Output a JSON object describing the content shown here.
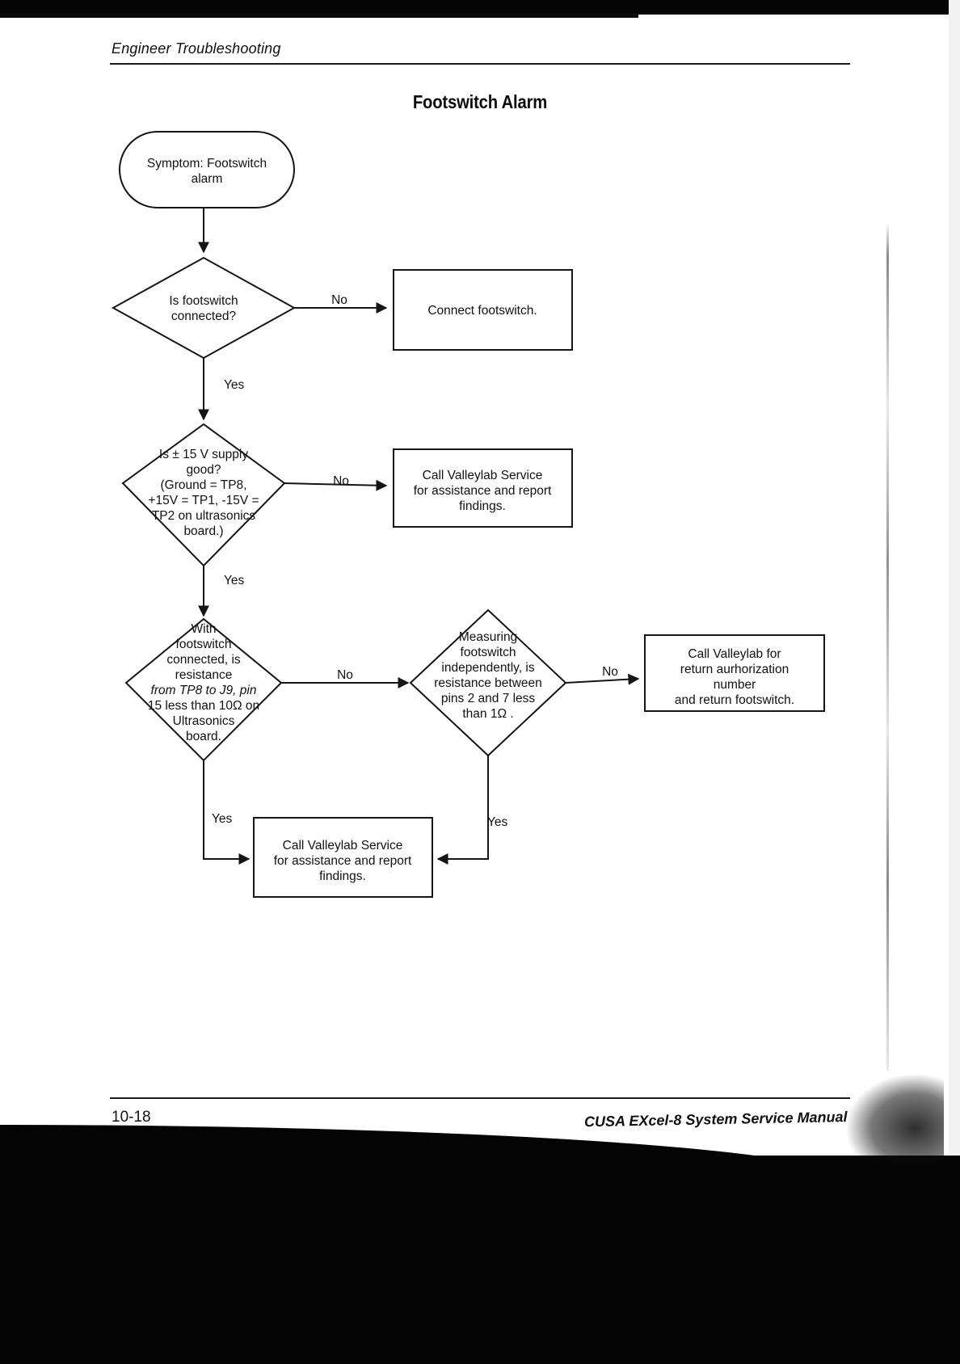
{
  "page": {
    "running_head": "Engineer Troubleshooting",
    "title": "Footswitch Alarm",
    "folio": "10-18",
    "manual_name": "CUSA EXcel-8 System Service Manual"
  },
  "flowchart": {
    "type": "flowchart",
    "nodes": {
      "start": {
        "shape": "terminator",
        "lines": [
          "Symptom: Footswitch",
          "alarm"
        ]
      },
      "d1": {
        "shape": "decision",
        "lines": [
          "Is footswitch",
          "connected?"
        ]
      },
      "p1": {
        "shape": "process",
        "lines": [
          "Connect footswitch."
        ]
      },
      "d2": {
        "shape": "decision",
        "lines": [
          "Is ± 15 V supply",
          "good?",
          "(Ground = TP8,",
          "+15V = TP1, -15V =",
          "TP2  on ultrasonics",
          "board.)"
        ]
      },
      "p2": {
        "shape": "process",
        "lines": [
          "Call Valleylab Service",
          "for assistance and report",
          "findings."
        ]
      },
      "d3": {
        "shape": "decision",
        "lines": [
          "With",
          "footswitch",
          "connected, is",
          "resistance",
          "from TP8 to J9, pin",
          "15 less than 10Ω on",
          "Ultrasonics",
          "board."
        ],
        "italic_lines": [
          4
        ]
      },
      "d4": {
        "shape": "decision",
        "lines": [
          "Measuring",
          "footswitch",
          "independently, is",
          "resistance between",
          "pins 2 and 7 less",
          "than 1Ω ."
        ]
      },
      "p3": {
        "shape": "process",
        "lines": [
          "Call Valleylab for",
          "return aurhorization",
          "number",
          "and return footswitch."
        ]
      },
      "p4": {
        "shape": "process",
        "lines": [
          "Call Valleylab Service",
          "for assistance and report",
          "findings."
        ]
      }
    },
    "edges": [
      {
        "from": "start",
        "to": "d1",
        "label": ""
      },
      {
        "from": "d1",
        "to": "p1",
        "label": "No"
      },
      {
        "from": "d1",
        "to": "d2",
        "label": "Yes"
      },
      {
        "from": "d2",
        "to": "p2",
        "label": "No"
      },
      {
        "from": "d2",
        "to": "d3",
        "label": "Yes"
      },
      {
        "from": "d3",
        "to": "d4",
        "label": "No"
      },
      {
        "from": "d3",
        "to": "p4",
        "label": "Yes"
      },
      {
        "from": "d4",
        "to": "p3",
        "label": "No"
      },
      {
        "from": "d4",
        "to": "p4",
        "label": "Yes"
      }
    ],
    "labels": {
      "no": "No",
      "yes": "Yes"
    }
  }
}
